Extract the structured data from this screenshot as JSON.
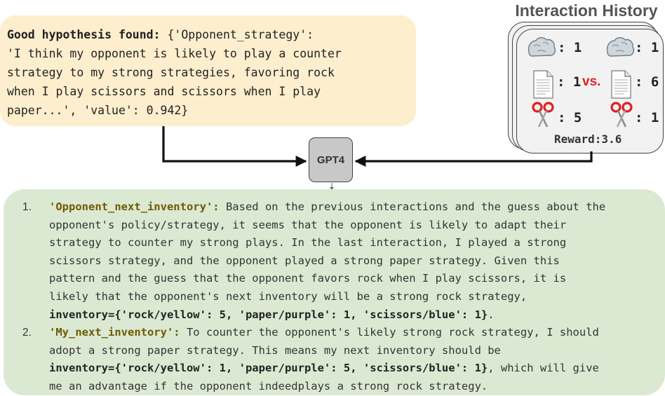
{
  "hypothesis": {
    "label": "Good hypothesis found:",
    "line1_rest": " {'Opponent_strategy':",
    "line2": "'I think my opponent is likely to play a counter",
    "line3": "strategy to my strong strategies, favoring rock",
    "line4": "when I play scissors and scissors when I play",
    "line5": "paper...', 'value': 0.942}"
  },
  "history": {
    "title": "Interaction History",
    "left": [
      {
        "icon": "rock-icon",
        "count": ": 1"
      },
      {
        "icon": "paper-icon",
        "count": ": 1"
      },
      {
        "icon": "scissors-icon",
        "count": ": 5"
      }
    ],
    "right": [
      {
        "icon": "rock-icon",
        "count": ": 1"
      },
      {
        "icon": "paper-icon",
        "count": ": 6"
      },
      {
        "icon": "scissors-icon",
        "count": ": 1"
      }
    ],
    "vs": "vs.",
    "reward": "Reward:3.6"
  },
  "model": {
    "label": "GPT4"
  },
  "output": {
    "n1": "1.",
    "i1_key": "'Opponent_next_inventory':",
    "i1_l1": " Based on the previous interactions and the guess about the",
    "i1_l2": "opponent's policy/strategy, it seems that the opponent is likely to adapt their",
    "i1_l3": "strategy to counter my strong plays. In the last interaction, I played a strong",
    "i1_l4": "scissors strategy, and the opponent played a strong paper strategy. Given this",
    "i1_l5": "pattern and the guess that the opponent favors rock when I play scissors, it is",
    "i1_l6": "likely that the opponent's next inventory will be a strong rock strategy,",
    "i1_inv": "inventory={'rock/yellow': 5, 'paper/purple': 1, 'scissors/blue': 1}",
    "i1_end": ".",
    "n2": "2.",
    "i2_key": "'My_next_inventory':",
    "i2_l1": " To counter the opponent's likely strong rock strategy, I should",
    "i2_l2": "adopt a strong paper strategy. This means my next inventory should be",
    "i2_inv": "inventory={'rock/yellow': 1, 'paper/purple': 5, 'scissors/blue': 1}",
    "i2_l3b": ", which will give",
    "i2_l4": "me an advantage if the opponent indeedplays a strong rock strategy."
  },
  "colors": {
    "hypothesis_bg": "#fdeecd",
    "output_bg": "#dbe9d3",
    "key_text": "#6f5a00",
    "vs_red": "#e02020",
    "scissors_red": "#e02020"
  }
}
